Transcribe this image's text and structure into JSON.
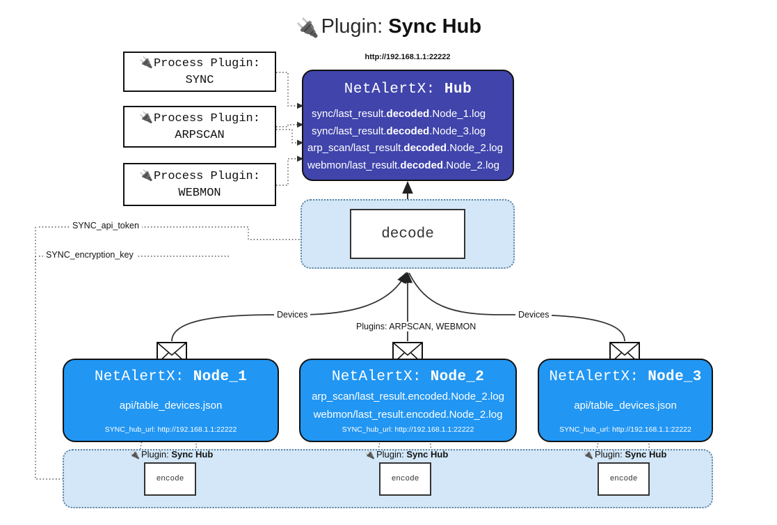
{
  "page": {
    "title_icon": "plug-icon",
    "title_lead": "Plugin:",
    "title_strong": "Sync Hub"
  },
  "colors": {
    "hub_fill": "#4044ab",
    "node_fill": "#2196f3",
    "pane_fill": "#d3e7f8",
    "pane_border": "#5b82a0",
    "outline": "#111111",
    "page_bg": "#ffffff"
  },
  "process_plugins": [
    {
      "icon": "plug-icon",
      "line1": "Process Plugin:",
      "line2": "SYNC"
    },
    {
      "icon": "plug-icon",
      "line1": "Process Plugin:",
      "line2": "ARPSCAN"
    },
    {
      "icon": "plug-icon",
      "line1": "Process Plugin:",
      "line2": "WEBMON"
    }
  ],
  "hub": {
    "url": "http://192.168.1.1:22222",
    "title_lead": "NetAlertX:",
    "title_strong": "Hub",
    "rows": [
      {
        "pre": "sync/last_result.",
        "mid": "decoded",
        "post": ".Node_1.log"
      },
      {
        "pre": "sync/last_result.",
        "mid": "decoded",
        "post": ".Node_3.log"
      },
      {
        "pre": "arp_scan/last_result.",
        "mid": "decoded",
        "post": ".Node_2.log"
      },
      {
        "pre": "webmon/last_result.",
        "mid": "decoded",
        "post": ".Node_2.log"
      }
    ]
  },
  "decode": {
    "label": "decode"
  },
  "secrets": [
    {
      "label": "SYNC_api_token"
    },
    {
      "label": "SYNC_encryption_key"
    }
  ],
  "edge_labels": {
    "devices_left": "Devices",
    "devices_right": "Devices",
    "plugins_mid": "Plugins: ARPSCAN, WEBMON"
  },
  "nodes": [
    {
      "icon": "envelope-icon",
      "title_lead": "NetAlertX:",
      "title_strong": "Node_1",
      "lines": [
        "api/table_devices.json"
      ],
      "foot": "SYNC_hub_url: http://192.168.1.1:22222"
    },
    {
      "icon": "envelope-icon",
      "title_lead": "NetAlertX:",
      "title_strong": "Node_2",
      "lines": [
        "arp_scan/last_result.encoded.Node_2.log",
        "webmon/last_result.encoded.Node_2.log"
      ],
      "foot": "SYNC_hub_url: http://192.168.1.1:22222"
    },
    {
      "icon": "envelope-icon",
      "title_lead": "NetAlertX:",
      "title_strong": "Node_3",
      "lines": [
        "api/table_devices.json"
      ],
      "foot": "SYNC_hub_url: http://192.168.1.1:22222"
    }
  ],
  "encoders": [
    {
      "icon": "plug-icon",
      "caption_lead": "Plugin:",
      "caption_strong": "Sync Hub",
      "label": "encode"
    },
    {
      "icon": "plug-icon",
      "caption_lead": "Plugin:",
      "caption_strong": "Sync Hub",
      "label": "encode"
    },
    {
      "icon": "plug-icon",
      "caption_lead": "Plugin:",
      "caption_strong": "Sync Hub",
      "label": "encode"
    }
  ]
}
